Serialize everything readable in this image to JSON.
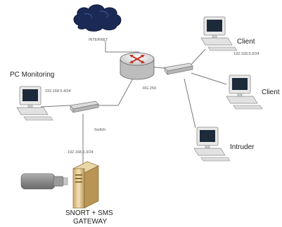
{
  "nodes": {
    "internet": {
      "label": "INTERNET",
      "icon": "cloud-icon"
    },
    "router": {
      "label": "RG 250",
      "icon": "router-icon"
    },
    "pc_monitoring": {
      "label": "PC Monitoring",
      "ip": "192.168.5.4/24",
      "icon": "desktop-computer-icon"
    },
    "switch_left": {
      "label": "Switch",
      "icon": "switch-icon"
    },
    "switch_right": {
      "icon": "switch-icon"
    },
    "client_1": {
      "label": "Client",
      "ip": "192.168.9.0/24",
      "icon": "desktop-computer-icon"
    },
    "client_2": {
      "label": "Client",
      "icon": "desktop-computer-icon"
    },
    "intruder": {
      "label": "Intruder",
      "icon": "desktop-computer-icon"
    },
    "gateway": {
      "label_line1": "SNORT + SMS",
      "label_line2": "GATEWAY",
      "ip": "192.168.5.3/24",
      "icon": "server-tower-icon"
    },
    "modem": {
      "icon": "gsm-modem-icon"
    }
  },
  "colors": {
    "cloud": "#1a2a55",
    "router_arrows": "#c0392b",
    "line": "#777777",
    "device_body": "#e6e6e6"
  }
}
